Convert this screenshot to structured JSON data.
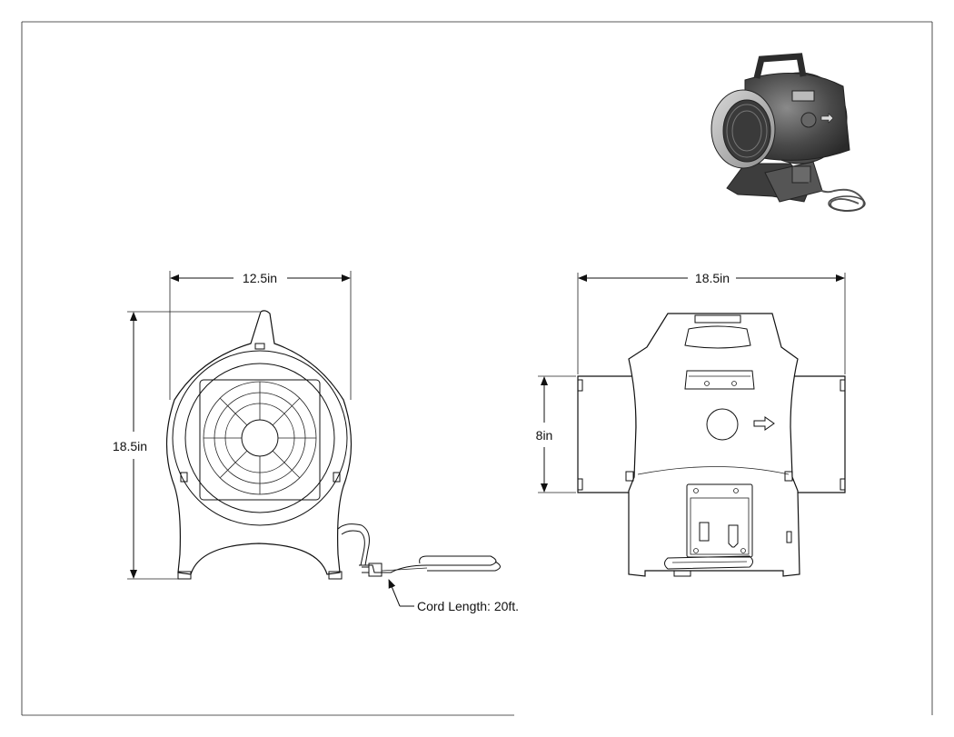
{
  "dimensions": {
    "front_width": "12.5in",
    "front_height": "18.5in",
    "side_width": "18.5in",
    "side_height": "8in",
    "cord_note": "Cord Length: 20ft."
  },
  "colors": {
    "line": "#111111",
    "render_dark": "#3a3a3a",
    "render_mid": "#6e6e6e",
    "render_light": "#bdbdbd",
    "background": "#ffffff"
  }
}
